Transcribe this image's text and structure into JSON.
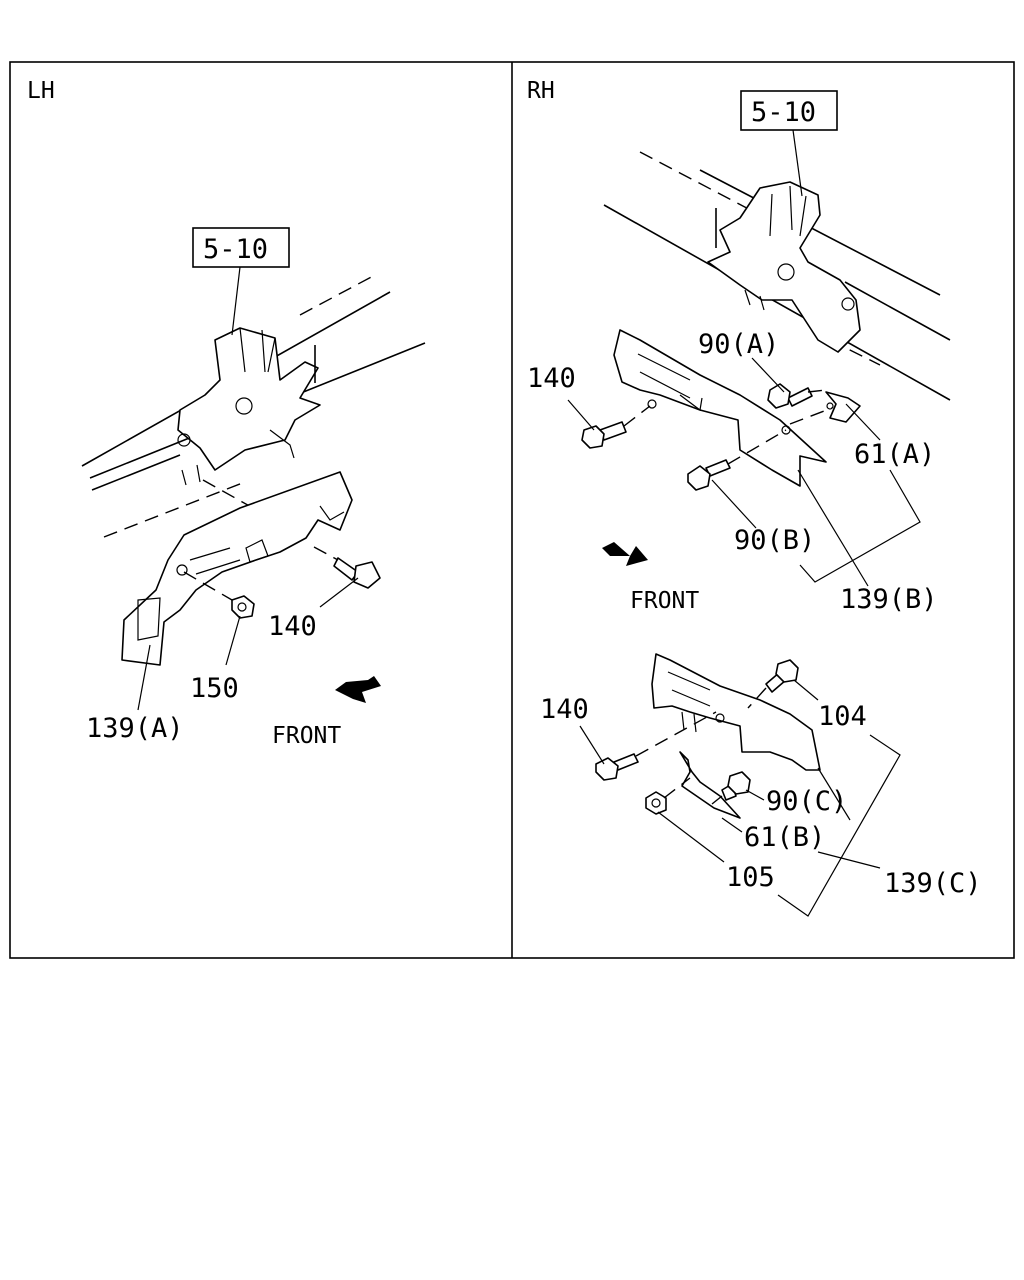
{
  "panels": {
    "left": {
      "header": "LH",
      "ref_box": "5-10",
      "callouts": {
        "c140": "140",
        "c150": "150",
        "c139a": "139(A)"
      },
      "front": "FRONT"
    },
    "right": {
      "header": "RH",
      "ref_box": "5-10",
      "callouts": {
        "c90a": "90(A)",
        "c140a": "140",
        "c61a": "61(A)",
        "c90b": "90(B)",
        "c139b": "139(B)",
        "c140b": "140",
        "c104": "104",
        "c90c": "90(C)",
        "c61b": "61(B)",
        "c105": "105",
        "c139c": "139(C)"
      },
      "front": "FRONT"
    }
  }
}
